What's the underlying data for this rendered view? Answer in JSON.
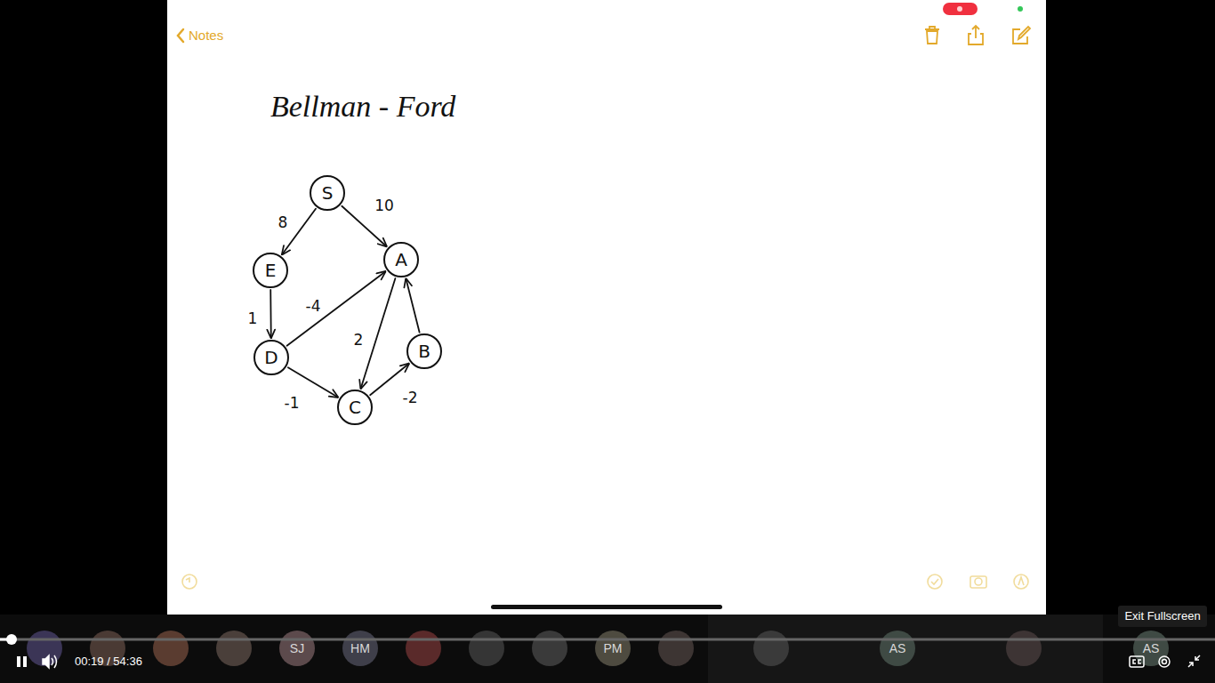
{
  "diagram": {
    "title": "Bellman - Ford",
    "nodes": [
      {
        "text": [
          "S"
        ]
      },
      {
        "text": [
          "E"
        ]
      },
      {
        "text": [
          "A"
        ]
      },
      {
        "text": [
          "D"
        ]
      },
      {
        "text": [
          "B"
        ]
      },
      {
        "text": [
          "C"
        ]
      }
    ],
    "edges": [
      {
        "from": 0,
        "to": 1,
        "label": "8",
        "arrow": "to"
      },
      {
        "from": 0,
        "to": 2,
        "label": "10",
        "arrow": "to"
      },
      {
        "from": 1,
        "to": 3,
        "label": "1",
        "arrow": "to"
      },
      {
        "from": 3,
        "to": 2,
        "label": "-4",
        "arrow": "to"
      },
      {
        "from": 2,
        "to": 5,
        "label": "2",
        "arrow": "to"
      },
      {
        "from": 3,
        "to": 5,
        "label": "-1",
        "arrow": "to"
      },
      {
        "from": 5,
        "to": 4,
        "label": "-2",
        "arrow": "to"
      },
      {
        "from": 4,
        "to": 2,
        "arrow": "to"
      }
    ],
    "labels": [
      "Notes",
      "00:19 / 54:36",
      "Exit Fullscreen",
      "SJ",
      "HM",
      "PM",
      "AS",
      "AS"
    ]
  }
}
